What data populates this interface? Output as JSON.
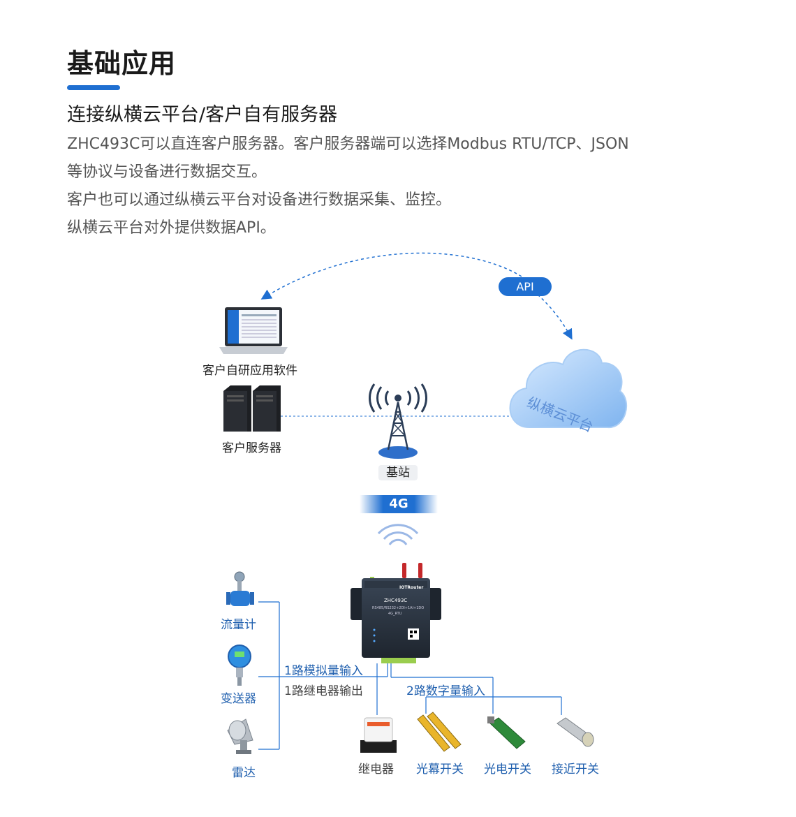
{
  "header": {
    "title": "基础应用",
    "subtitle": "连接纵横云平台/客户自有服务器"
  },
  "description": {
    "line1a": "ZHC493C可以直连客户服务器。客户服务器端可以选择Modbus RTU/TCP、JSON",
    "line1b": "等协议与设备进行数据交互。",
    "line2": "客户也可以通过纵横云平台对设备进行数据采集、监控。",
    "line3": "纵横云平台对外提供数据API。"
  },
  "diagram": {
    "api_label": "API",
    "cloud_label": "纵横云平台",
    "laptop_label": "客户自研应用软件",
    "server_label": "客户服务器",
    "station_label": "基站",
    "network_label": "4G",
    "device": {
      "brand": "IOTRouter",
      "model": "ZHC493C",
      "spec": "RS485/RS232+2DI+1AI+1DO",
      "type": "4G_RTU"
    },
    "left_sensors": [
      "流量计",
      "变送器",
      "雷达"
    ],
    "analog_input_label": "1路模拟量输入",
    "relay_output_label": "1路继电器输出",
    "digital_input_label": "2路数字量输入",
    "bottom_devices": [
      "继电器",
      "光幕开关",
      "光电开关",
      "接近开关"
    ],
    "colors": {
      "accent": "#1f6fd1",
      "line": "#1f6fd1",
      "blue_text": "#1f5fae",
      "cloud": "#7fb4ef"
    }
  }
}
